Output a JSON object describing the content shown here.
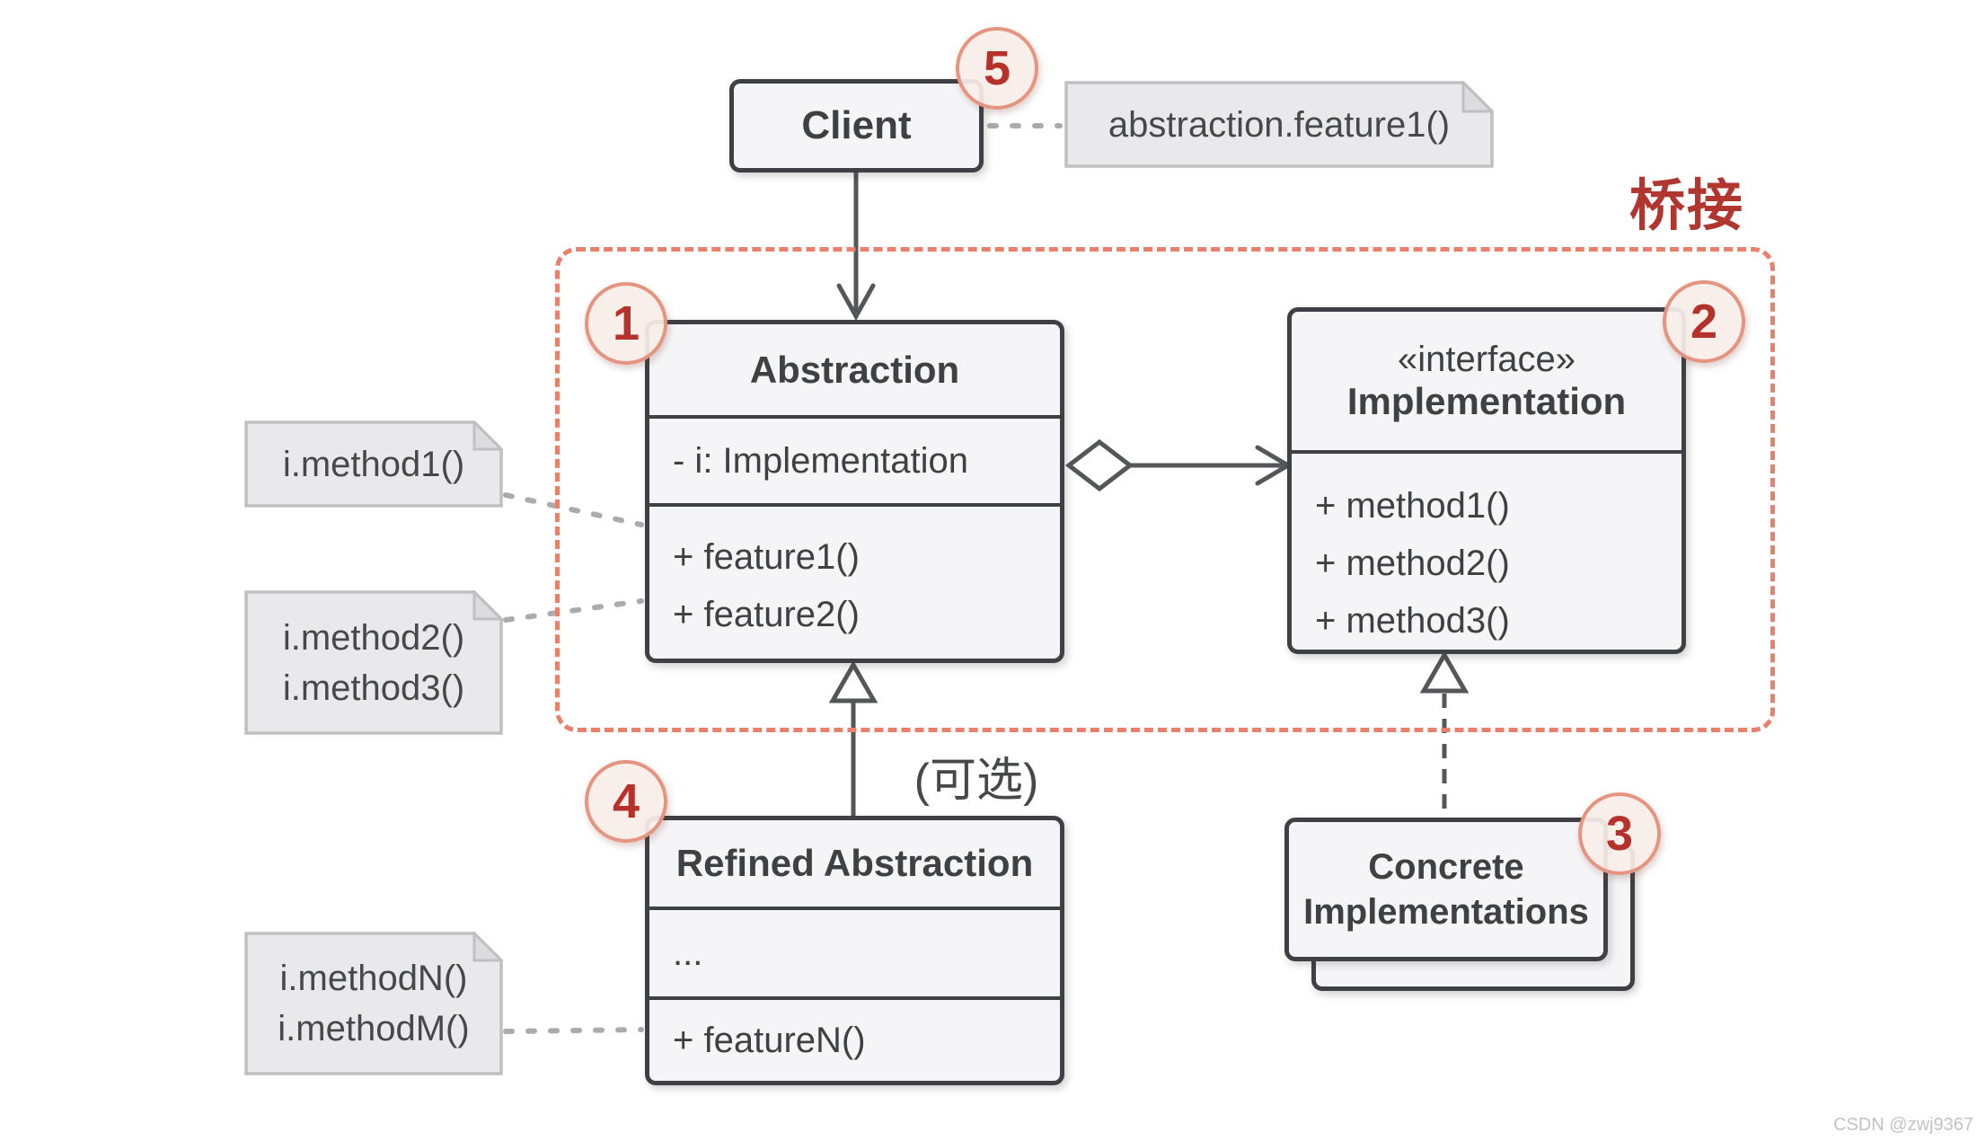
{
  "pattern_title": "桥接",
  "optional_label": "(可选)",
  "watermark": "CSDN @zwj9367",
  "client": {
    "badge": "5",
    "title": "Client"
  },
  "client_note": {
    "text": "abstraction.feature1()"
  },
  "abstraction": {
    "badge": "1",
    "title": "Abstraction",
    "attribute": "- i: Implementation",
    "methods": [
      "+ feature1()",
      "+ feature2()"
    ]
  },
  "implementation": {
    "badge": "2",
    "stereotype": "«interface»",
    "title": "Implementation",
    "methods": [
      "+ method1()",
      "+ method2()",
      "+ method3()"
    ]
  },
  "refined": {
    "badge": "4",
    "title": "Refined Abstraction",
    "ellipsis": "...",
    "methods": [
      "+ featureN()"
    ]
  },
  "concrete": {
    "badge": "3",
    "title_line1": "Concrete",
    "title_line2": "Implementations"
  },
  "notes": {
    "method1": {
      "lines": [
        "i.method1()"
      ]
    },
    "method23": {
      "lines": [
        "i.method2()",
        "i.method3()"
      ]
    },
    "methodNM": {
      "lines": [
        "i.methodN()",
        "i.methodM()"
      ]
    }
  },
  "colors": {
    "accent_red": "#e8816b",
    "deep_red": "#b23630",
    "badge_num": "#b5312a",
    "badge_ring": "#e59480",
    "box_border": "#3f4045",
    "box_fill": "#f5f5f7",
    "note_fill": "#e9e9eb",
    "note_border": "#c0c0c2",
    "connector": "#55565a",
    "dotted": "#ababad",
    "watermark_color": "#c2c3c5"
  }
}
